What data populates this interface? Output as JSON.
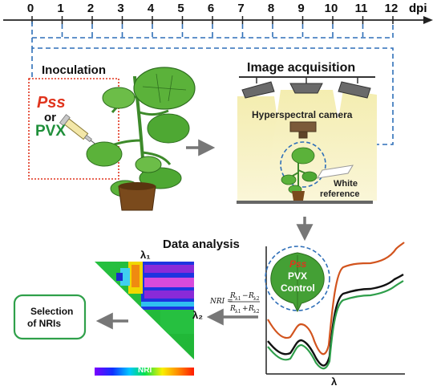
{
  "timeline": {
    "ticks": [
      "0",
      "1",
      "2",
      "3",
      "4",
      "5",
      "6",
      "7",
      "8",
      "9",
      "10",
      "11",
      "12"
    ],
    "unit": "dpi"
  },
  "inoculation": {
    "title": "Inoculation",
    "pathogen_1": "Pss",
    "connector": "or",
    "pathogen_2": "PVX"
  },
  "acquisition": {
    "title": "Image acquisition",
    "camera_label": "Hyperspectral camera",
    "reference_label_1": "White",
    "reference_label_2": "reference"
  },
  "analysis": {
    "title": "Data analysis",
    "lambda_1": "λ₁",
    "lambda_2": "λ₂",
    "colorbar_label": "NRI",
    "selection_line_1": "Selection",
    "selection_line_2": "of NRIs"
  },
  "spectra": {
    "x_label": "λ",
    "leaf_labels": [
      "Pss",
      "PVX",
      "Control"
    ],
    "colors": {
      "pss": "#d2541e",
      "pvx": "#2e9e4a",
      "control": "#111111"
    }
  },
  "colors": {
    "accent_red": "#e0341d",
    "accent_green": "#1f8f3a",
    "dashed_blue": "#2f6fb8",
    "box_green": "#2fa04a",
    "arrow_gray": "#777777"
  }
}
